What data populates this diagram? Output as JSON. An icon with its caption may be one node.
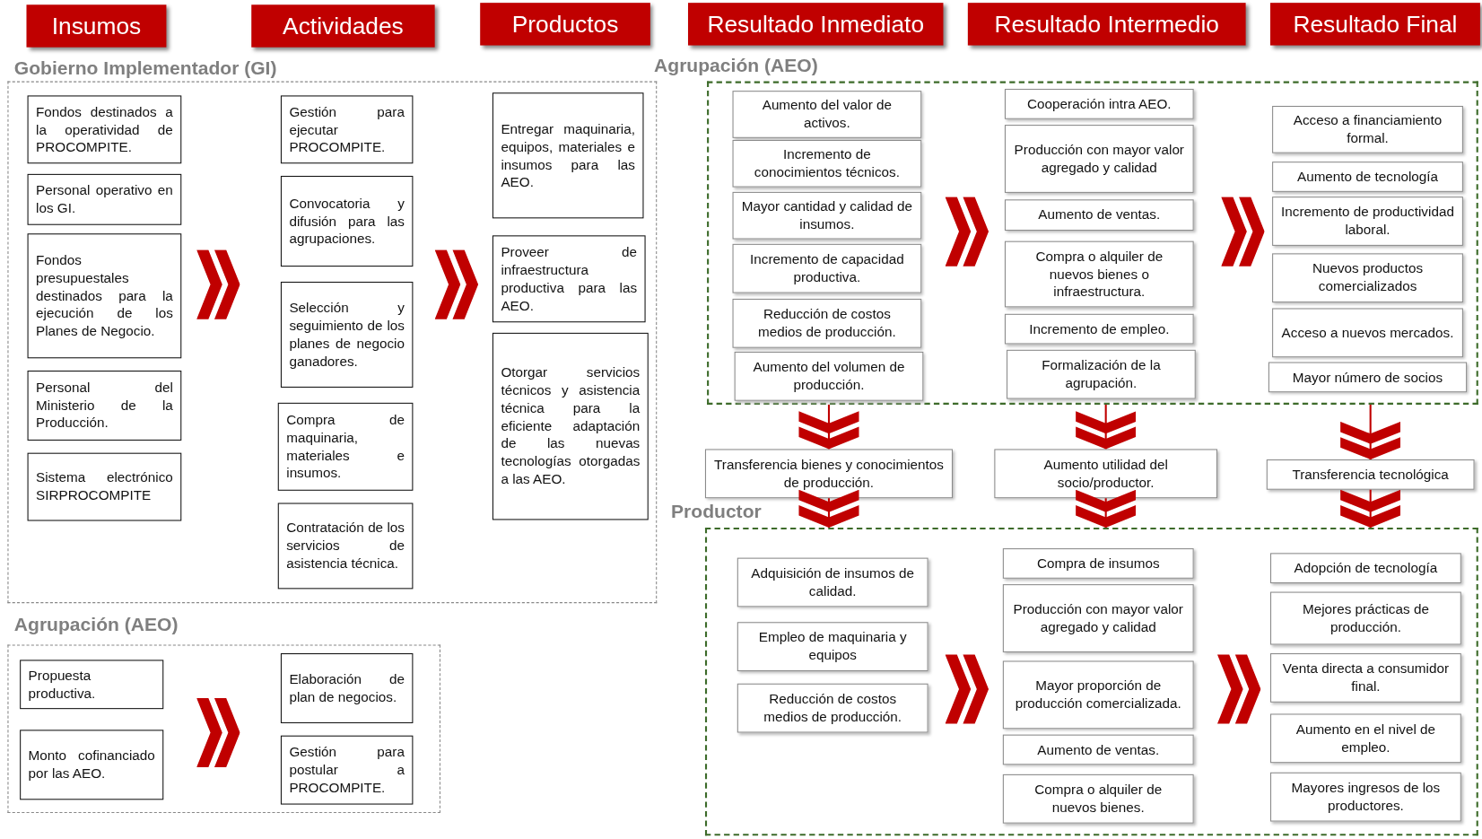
{
  "diagram": {
    "nodes": [
      {
        "text": [
          "Insumos"
        ]
      },
      {
        "text": [
          "Actividades"
        ]
      },
      {
        "text": [
          "Productos"
        ]
      },
      {
        "text": [
          "Resultado Inmediato"
        ]
      },
      {
        "text": [
          "Resultado Intermedio"
        ]
      },
      {
        "text": [
          "Resultado Final"
        ]
      },
      {
        "text": [
          "Gobierno Implementador (GI)"
        ]
      },
      {
        "text": [
          "Fondos destinados a la operatividad de PROCOMPITE."
        ],
        "in": 6
      },
      {
        "text": [
          "Personal operativo en los GI."
        ],
        "in": 6
      },
      {
        "text": [
          "Fondos presupuestales destinados para la ejecución de los Planes de Negocio."
        ],
        "in": 6
      },
      {
        "text": [
          "Personal del Ministerio de la Producción."
        ],
        "in": 6
      },
      {
        "text": [
          "Sistema electrónico SIRPROCOMPITE"
        ],
        "in": 6
      },
      {
        "text": [
          "Gestión para ejecutar PROCOMPITE."
        ],
        "in": 6
      },
      {
        "text": [
          "Convocatoria y difusión para las agrupaciones."
        ],
        "in": 6
      },
      {
        "text": [
          "Selección y seguimiento de los planes de negocio ganadores."
        ],
        "in": 6
      },
      {
        "text": [
          "Compra de maquinaria, materiales e insumos."
        ],
        "in": 6
      },
      {
        "text": [
          "Contratación de los servicios de asistencia técnica."
        ],
        "in": 6
      },
      {
        "text": [
          "Entregar maquinaria, equipos, materiales e insumos para las AEO."
        ],
        "in": 6
      },
      {
        "text": [
          "Proveer de infraestructura productiva para las AEO."
        ],
        "in": 6
      },
      {
        "text": [
          "Otorgar servicios técnicos y asistencia técnica para la eficiente adaptación de las nuevas tecnologías otorgadas a las AEO."
        ],
        "in": 6
      },
      {
        "text": [
          "Agrupación (AEO)"
        ]
      },
      {
        "text": [
          "Propuesta productiva."
        ],
        "in": 20
      },
      {
        "text": [
          "Monto cofinanciado por las AEO."
        ],
        "in": 20
      },
      {
        "text": [
          "Elaboración de plan de negocios."
        ],
        "in": 20
      },
      {
        "text": [
          "Gestión para postular a PROCOMPITE."
        ],
        "in": 20
      },
      {
        "text": [
          "Agrupación (AEO)"
        ]
      },
      {
        "text": [
          "Aumento del valor de activos."
        ],
        "in": 25
      },
      {
        "text": [
          "Incremento de conocimientos técnicos."
        ],
        "in": 25
      },
      {
        "text": [
          "Mayor cantidad y calidad de insumos."
        ],
        "in": 25
      },
      {
        "text": [
          "Incremento de capacidad productiva."
        ],
        "in": 25
      },
      {
        "text": [
          "Reducción de costos medios de producción."
        ],
        "in": 25
      },
      {
        "text": [
          "Aumento del volumen de producción."
        ],
        "in": 25
      },
      {
        "text": [
          "Cooperación intra AEO."
        ],
        "in": 25
      },
      {
        "text": [
          "Producción con mayor valor agregado y calidad"
        ],
        "in": 25
      },
      {
        "text": [
          "Aumento de ventas."
        ],
        "in": 25
      },
      {
        "text": [
          "Compra o alquiler de nuevos bienes o infraestructura."
        ],
        "in": 25
      },
      {
        "text": [
          "Incremento de empleo."
        ],
        "in": 25
      },
      {
        "text": [
          "Formalización de la agrupación."
        ],
        "in": 25
      },
      {
        "text": [
          "Acceso a financiamiento formal."
        ],
        "in": 25
      },
      {
        "text": [
          "Aumento de tecnología"
        ],
        "in": 25
      },
      {
        "text": [
          "Incremento de productividad laboral."
        ],
        "in": 25
      },
      {
        "text": [
          "Nuevos productos comercializados"
        ],
        "in": 25
      },
      {
        "text": [
          "Acceso a nuevos mercados."
        ],
        "in": 25
      },
      {
        "text": [
          "Mayor número de socios"
        ],
        "in": 25
      },
      {
        "text": [
          "Transferencia bienes y conocimientos de producción."
        ]
      },
      {
        "text": [
          "Aumento utilidad del socio/productor."
        ]
      },
      {
        "text": [
          "Transferencia tecnológica"
        ]
      },
      {
        "text": [
          "Productor"
        ]
      },
      {
        "text": [
          "Adquisición de insumos de calidad."
        ],
        "in": 47
      },
      {
        "text": [
          "Empleo de maquinaria y equipos"
        ],
        "in": 47
      },
      {
        "text": [
          "Reducción de costos medios de producción."
        ],
        "in": 47
      },
      {
        "text": [
          "Compra de insumos"
        ],
        "in": 47
      },
      {
        "text": [
          "Producción con mayor valor agregado y calidad"
        ],
        "in": 47
      },
      {
        "text": [
          "Mayor proporción de producción comercializada."
        ],
        "in": 47
      },
      {
        "text": [
          "Aumento de ventas."
        ],
        "in": 47
      },
      {
        "text": [
          "Compra o alquiler de nuevos bienes."
        ],
        "in": 47
      },
      {
        "text": [
          "Adopción de tecnología"
        ],
        "in": 47
      },
      {
        "text": [
          "Mejores prácticas de producción."
        ],
        "in": 47
      },
      {
        "text": [
          "Venta directa a consumidor final."
        ],
        "in": 47
      },
      {
        "text": [
          "Aumento en el nivel de empleo."
        ],
        "in": 47
      },
      {
        "text": [
          "Mayores ingresos de los productores."
        ],
        "in": 47
      }
    ],
    "edges": [
      {
        "from": 25,
        "to": 44,
        "arrow": "to"
      },
      {
        "from": 25,
        "to": 45,
        "arrow": "to"
      },
      {
        "from": 25,
        "to": 46,
        "arrow": "to"
      },
      {
        "from": 44,
        "to": 47,
        "arrow": "to"
      },
      {
        "from": 45,
        "to": 47,
        "arrow": "to"
      },
      {
        "from": 46,
        "to": 47,
        "arrow": "to"
      }
    ]
  }
}
